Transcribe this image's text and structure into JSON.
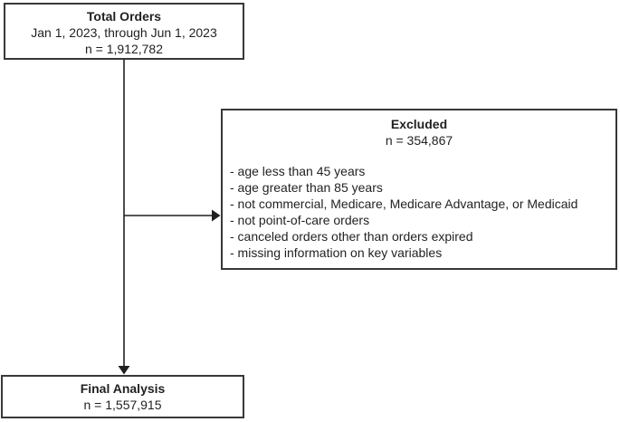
{
  "figure": {
    "type": "study-flow-diagram",
    "boxes": {
      "total_orders": {
        "title": "Total Orders",
        "date_range": "Jan 1, 2023, through Jun 1, 2023",
        "n": "n = 1,912,782"
      },
      "excluded": {
        "title": "Excluded",
        "n": "n = 354,867",
        "items": [
          "- age less than 45 years",
          "- age greater than 85 years",
          "- not commercial, Medicare, Medicare Advantage, or Medicaid",
          "- not point-of-care orders",
          "- canceled orders other than orders expired",
          "- missing information on key variables"
        ]
      },
      "final_analysis": {
        "title": "Final Analysis",
        "n": "n = 1,557,915"
      }
    },
    "colors": {
      "background": "#ffffff",
      "border": "#383838",
      "line": "#231f20",
      "text": "#231f20"
    }
  }
}
